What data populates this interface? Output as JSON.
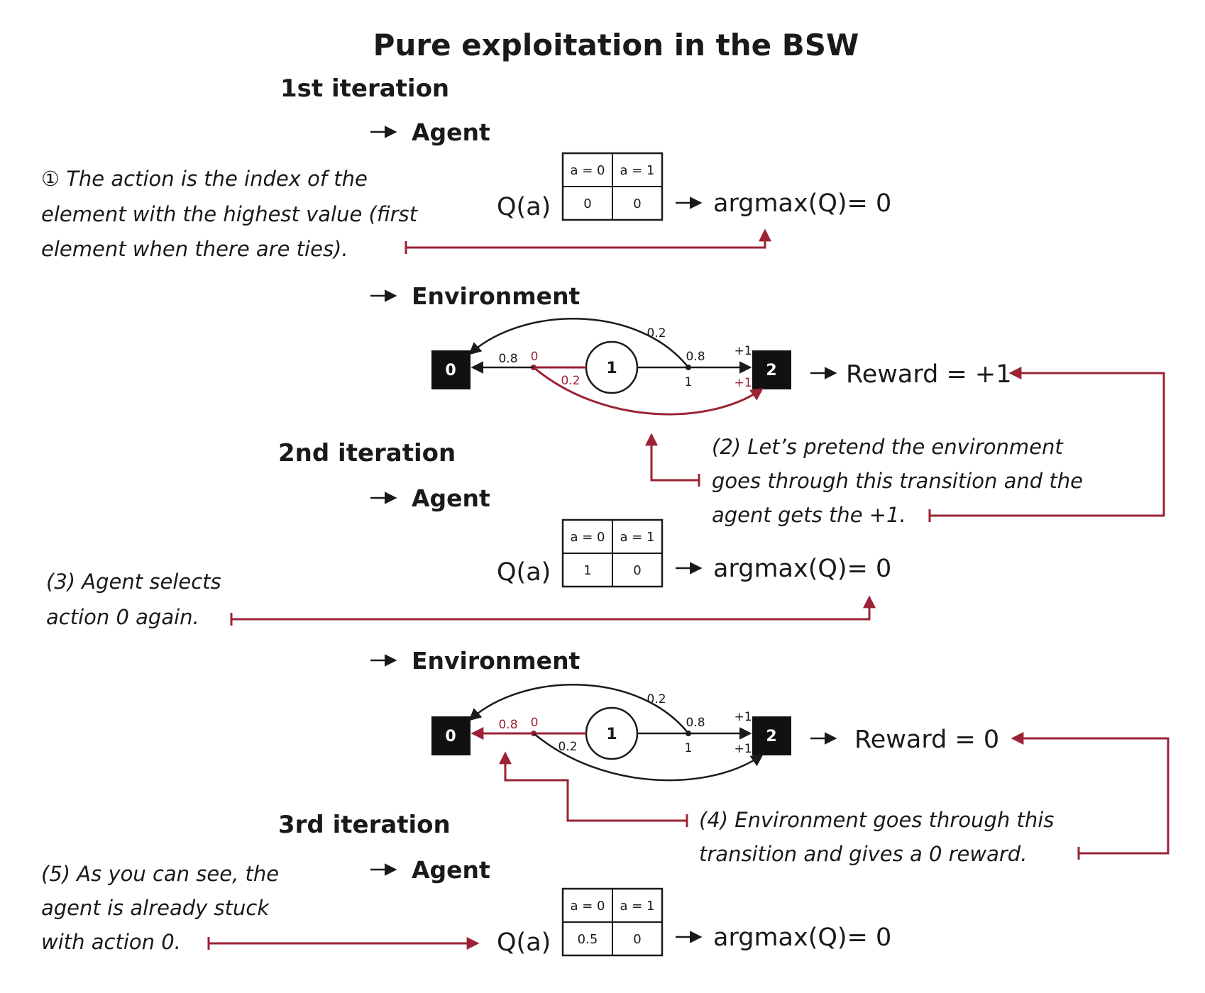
{
  "title": "Pure exploitation in the BSW",
  "iterations": [
    {
      "label": "1st iteration",
      "agent": "Agent",
      "q_label": "Q(a)",
      "q_headers": [
        "a = 0",
        "a = 1"
      ],
      "q_values": [
        "0",
        "0"
      ],
      "argmax": "argmax(Q)= 0",
      "environment": "Environment",
      "reward": "Reward = +1",
      "env_labels": {
        "p02_top": "0.2",
        "p08_left": "0.8",
        "act0": "0",
        "p02_low": "0.2",
        "p08_right": "0.8",
        "act1": "1",
        "r1_top": "+1",
        "r1_bot": "+1"
      }
    },
    {
      "label": "2nd iteration",
      "agent": "Agent",
      "q_label": "Q(a)",
      "q_headers": [
        "a = 0",
        "a = 1"
      ],
      "q_values": [
        "1",
        "0"
      ],
      "argmax": "argmax(Q)= 0",
      "environment": "Environment",
      "reward": "Reward = 0",
      "env_labels": {
        "p02_top": "0.2",
        "p08_left": "0.8",
        "act0": "0",
        "p02_low": "0.2",
        "p08_right": "0.8",
        "act1": "1",
        "r1_top": "+1",
        "r1_bot": "+1"
      }
    },
    {
      "label": "3rd iteration",
      "agent": "Agent",
      "q_label": "Q(a)",
      "q_headers": [
        "a = 0",
        "a = 1"
      ],
      "q_values": [
        "0.5",
        "0"
      ],
      "argmax": "argmax(Q)= 0"
    }
  ],
  "nodes": {
    "left": "0",
    "middle": "1",
    "right": "2"
  },
  "annotations": {
    "note1": [
      "① The action is the index of the",
      "element with the highest value (first",
      "element when there are ties)."
    ],
    "note2": [
      "(2) Let’s pretend the environment",
      "goes through this transition and the",
      "agent gets the +1."
    ],
    "note3": [
      "(3) Agent selects",
      "action 0 again."
    ],
    "note4": [
      "(4) Environment goes through this",
      "transition and gives a 0 reward."
    ],
    "note5": [
      "(5) As you can see, the",
      "agent is already stuck",
      "with action 0."
    ]
  },
  "colors": {
    "accent": "#9b2335",
    "ink": "#1a1a1a"
  }
}
